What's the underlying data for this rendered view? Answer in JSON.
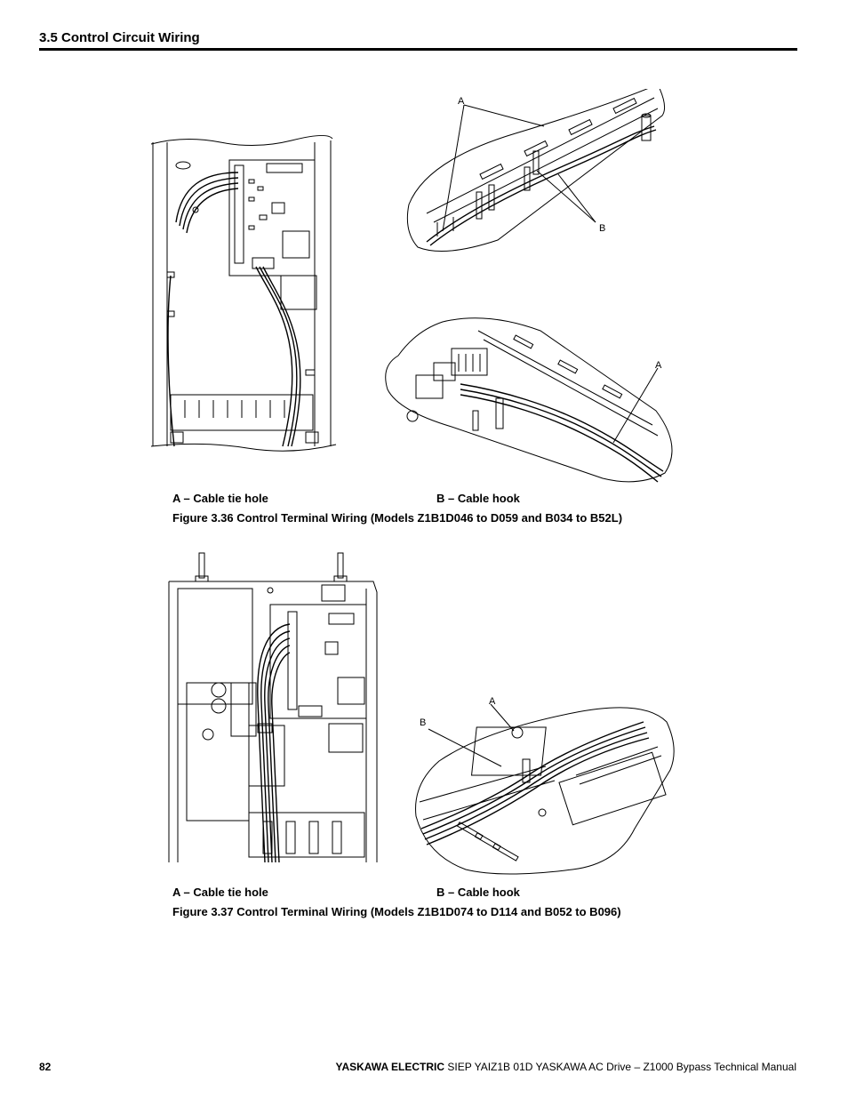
{
  "header": {
    "section_title": "3.5 Control Circuit Wiring"
  },
  "figure_36": {
    "callout_a": "A",
    "callout_b": "B",
    "legend_a": "A – Cable tie hole",
    "legend_b": "B – Cable hook",
    "caption": "Figure 3.36  Control Terminal Wiring (Models Z1B1D046 to D059 and B034 to B52L)"
  },
  "figure_37": {
    "callout_a": "A",
    "callout_b": "B",
    "legend_a": "A – Cable tie hole",
    "legend_b": "B – Cable hook",
    "caption": "Figure 3.37  Control Terminal Wiring (Models Z1B1D074 to D114 and B052 to B096)"
  },
  "footer": {
    "page_number": "82",
    "brand": "YASKAWA ELECTRIC",
    "manual_title": " SIEP YAIZ1B 01D YASKAWA AC Drive – Z1000 Bypass Technical Manual"
  }
}
